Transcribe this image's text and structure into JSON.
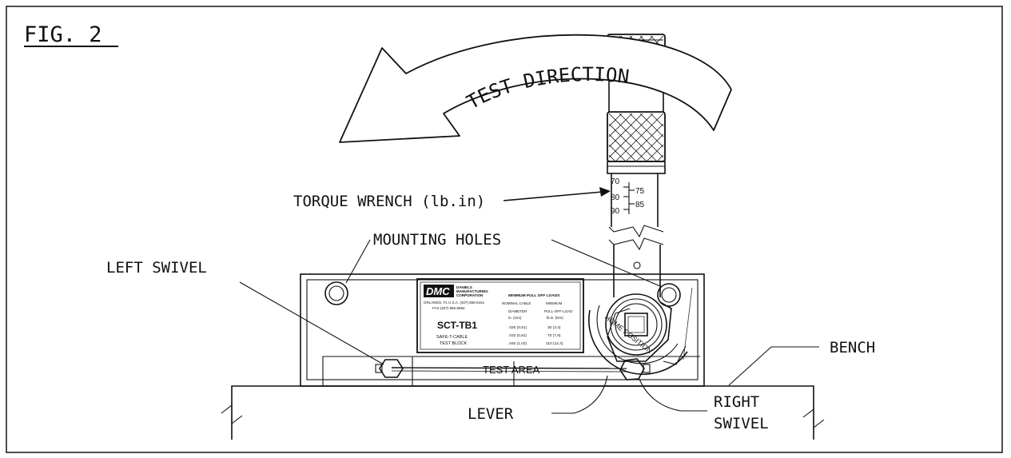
{
  "figure": {
    "title": "FIG. 2"
  },
  "labels": {
    "test_direction": "TEST DIRECTION",
    "torque_wrench": "TORQUE WRENCH (lb.in)",
    "mounting_holes": "MOUNTING HOLES",
    "left_swivel": "LEFT SWIVEL",
    "bench": "BENCH",
    "lever": "LEVER",
    "right_swivel_line1": "RIGHT",
    "right_swivel_line2": "SWIVEL",
    "test_area": "TEST AREA",
    "home_position": "HOME POSITION"
  },
  "wrench_scale": {
    "left_ticks": [
      "70",
      "80",
      "90"
    ],
    "right_ticks": [
      "75",
      "85"
    ]
  },
  "nameplate": {
    "logo": "DMC",
    "company_lines": [
      "DANIELS",
      "MANUFACTURING",
      "CORPORATION"
    ],
    "address": "ORLANDO, FL U.S.A. (407) 855-6161",
    "fax": "FAX (407) 855-6884",
    "model": "SCT-TB1",
    "product_line1": "SAFE-T-CABLE",
    "product_line2": "TEST BLOCK",
    "table_title": "MINIMUM PULL OFF LOADS",
    "col1_header": "NOMINAL CABLE",
    "col1_sub": "DIAMETER",
    "col1_units": "in. (mm)",
    "col2_header": "MINIMUM",
    "col2_sub": "PULL-OFF-LOAD",
    "col2_units": "lb.in. (Nm)",
    "rows": [
      {
        "diameter": ".020 (0,51)",
        "load": "30 (3,4)"
      },
      {
        "diameter": ".032 (0,81)",
        "load": "70 (7,9)"
      },
      {
        "diameter": ".040 (1,02)",
        "load": "110 (12,4)"
      }
    ]
  }
}
